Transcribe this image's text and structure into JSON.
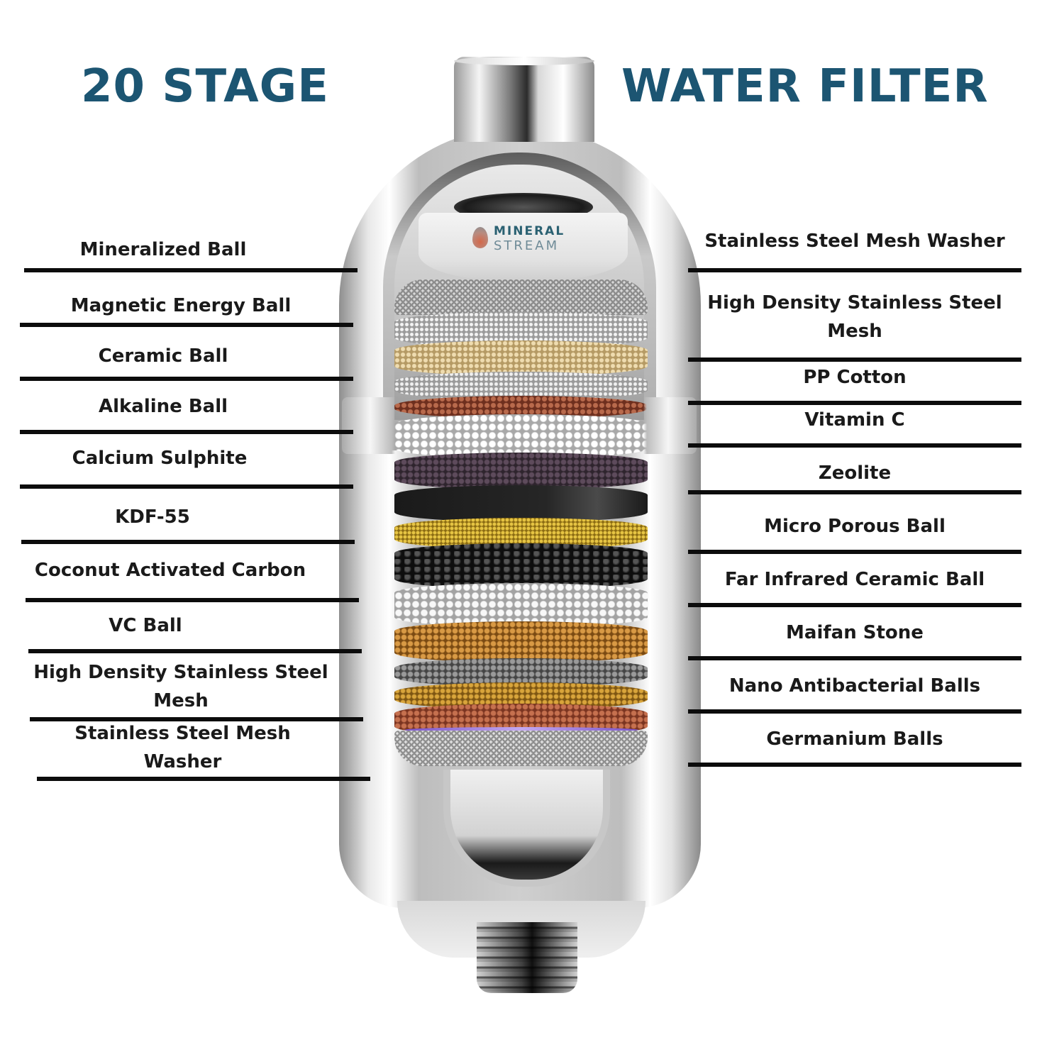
{
  "header": {
    "title_left": "20 STAGE",
    "title_right": "WATER FILTER",
    "title_color": "#1c5572"
  },
  "brand": {
    "line1": "MINERAL",
    "line2": "STREAM",
    "icon": "water-drop-icon"
  },
  "left_labels": [
    {
      "text": "Mineralized Ball"
    },
    {
      "text": "Magnetic Energy Ball"
    },
    {
      "text": "Ceramic Ball"
    },
    {
      "text": "Alkaline Ball"
    },
    {
      "text": "Calcium Sulphite"
    },
    {
      "text": "KDF-55"
    },
    {
      "text": "Coconut Activated Carbon"
    },
    {
      "text": "VC Ball"
    },
    {
      "text": "High Density Stainless Steel Mesh"
    },
    {
      "text": "Stainless Steel Mesh Washer"
    }
  ],
  "right_labels": [
    {
      "text": "Stainless Steel Mesh Washer"
    },
    {
      "text": "High Density Stainless Steel Mesh"
    },
    {
      "text": "PP Cotton"
    },
    {
      "text": "Vitamin C"
    },
    {
      "text": "Zeolite"
    },
    {
      "text": "Micro Porous Ball"
    },
    {
      "text": "Far Infrared Ceramic Ball"
    },
    {
      "text": "Maifan Stone"
    },
    {
      "text": "Nano Antibacterial Balls"
    },
    {
      "text": "Germanium Balls"
    }
  ],
  "layers": [
    {
      "name": "silver-balls",
      "color": "#cfcfcf"
    },
    {
      "name": "tan-balls",
      "color": "#d9c497"
    },
    {
      "name": "silver-balls-2",
      "color": "#c6c6c6"
    },
    {
      "name": "red-brown-balls",
      "color": "#9a4b34"
    },
    {
      "name": "white-balls",
      "color": "#e6e6e6"
    },
    {
      "name": "purple-balls",
      "color": "#4a3a48"
    },
    {
      "name": "black-balls",
      "color": "#1d1d1d"
    },
    {
      "name": "gold-granules",
      "color": "#c9a22a"
    },
    {
      "name": "carbon-chunks",
      "color": "#151515"
    },
    {
      "name": "white-balls-2",
      "color": "#dcdcdc"
    },
    {
      "name": "amber-balls",
      "color": "#b97f2c"
    },
    {
      "name": "gray-balls",
      "color": "#6f6f6f"
    },
    {
      "name": "amber-balls-2",
      "color": "#c08a28"
    },
    {
      "name": "copper-balls",
      "color": "#a8573b"
    }
  ]
}
